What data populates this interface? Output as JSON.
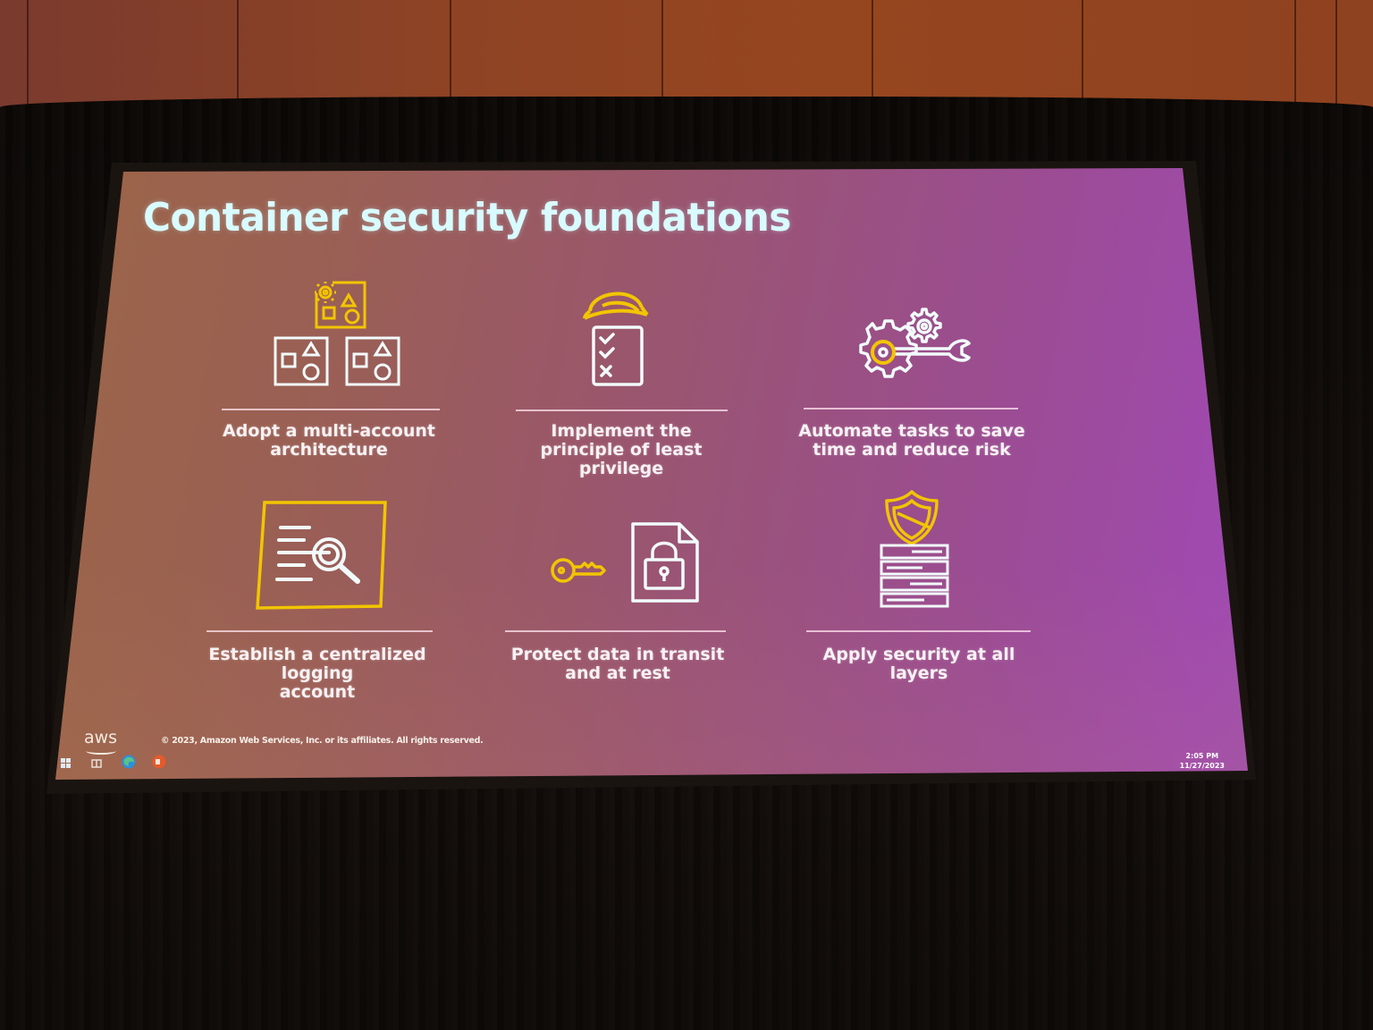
{
  "slide": {
    "title": "Container security foundations",
    "items": [
      {
        "label": "Adopt a multi-account\narchitecture",
        "icon": "multi-account-icon"
      },
      {
        "label": "Implement the\nprinciple of least\nprivilege",
        "icon": "hardhat-checklist-icon"
      },
      {
        "label": "Automate tasks to save\ntime and reduce risk",
        "icon": "gears-wrench-icon"
      },
      {
        "label": "Establish a centralized logging\naccount",
        "icon": "log-search-icon"
      },
      {
        "label": "Protect data in transit\nand at rest",
        "icon": "key-locked-file-icon"
      },
      {
        "label": "Apply security at all\nlayers",
        "icon": "shield-layers-icon"
      }
    ],
    "footer": {
      "logo": "aws",
      "copyright": "© 2023, Amazon Web Services, Inc. or its affiliates. All rights reserved."
    }
  },
  "taskbar": {
    "icons": [
      "windows-start-icon",
      "task-view-icon",
      "edge-browser-icon",
      "powerpoint-icon"
    ],
    "time": "2:05 PM",
    "date": "11/27/2023"
  },
  "colors": {
    "accent_yellow": "#f2c500",
    "icon_white": "#f2fbfb",
    "title_text": "#d8fbff",
    "gradient_left": "#9c6744",
    "gradient_right": "#a04ab0"
  }
}
